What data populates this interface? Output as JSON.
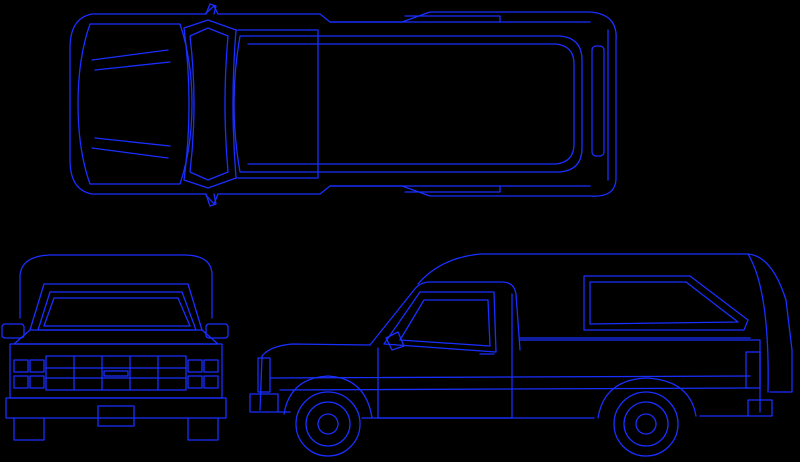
{
  "drawing": {
    "background": "#000000",
    "line_color": "#1a2fff",
    "line_color_bright": "#3b55ff",
    "views": [
      "top-view",
      "front-view",
      "side-view"
    ]
  }
}
